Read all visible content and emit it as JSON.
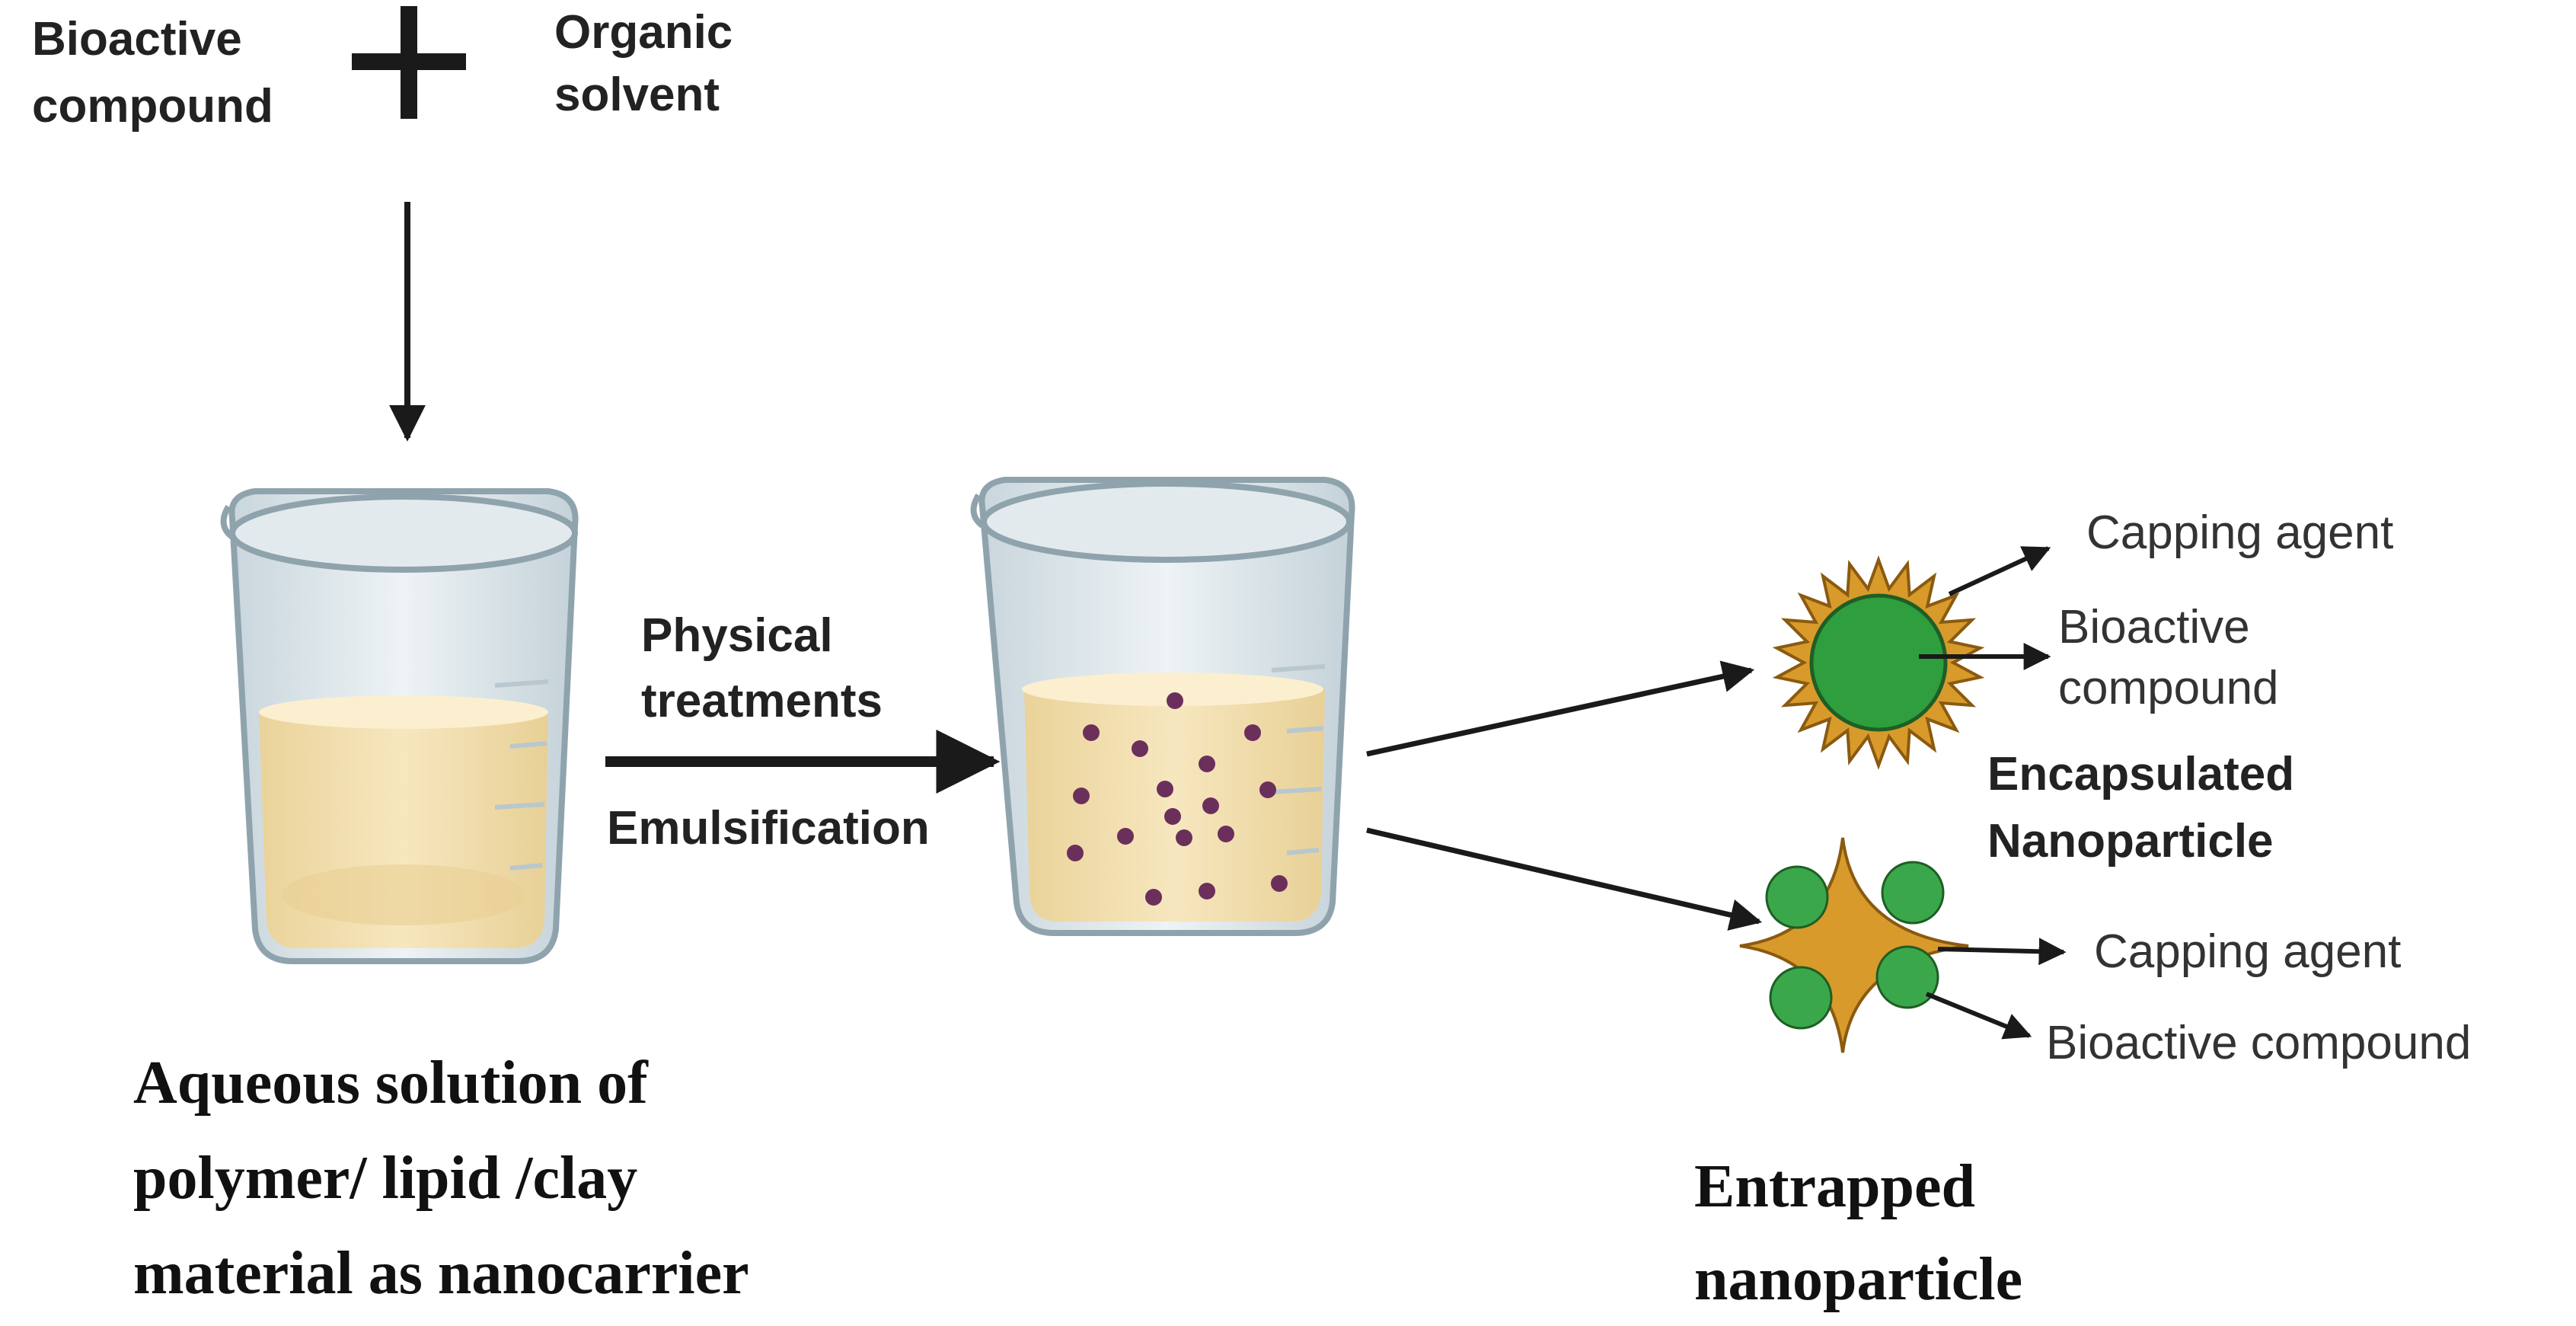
{
  "inputs": {
    "bioactive_compound": "Bioactive\ncompound",
    "organic_solvent": "Organic\nsolvent"
  },
  "process": {
    "physical_treatments": "Physical\ntreatments",
    "emulsification": "Emulsification"
  },
  "nanocarrier_caption": "Aqueous solution of\npolymer/ lipid /clay\nmaterial as nanocarrier",
  "encapsulated": {
    "capping_agent": "Capping agent",
    "bioactive_compound": "Bioactive\ncompound",
    "title": "Encapsulated\nNanoparticle"
  },
  "entrapped": {
    "capping_agent": "Capping agent",
    "bioactive_compound": "Bioactive compound",
    "title": "Entrapped\nnanoparticle"
  },
  "colors": {
    "liquid": "#f3e1b2",
    "glass": "#d9e3e8",
    "glass_edge": "#8fa3ad",
    "particle": "#6b2f5c",
    "capping": "#d89a2b",
    "core": "#2e9e3e",
    "arrow": "#1a1a1a"
  },
  "icons": [
    "plus-icon",
    "beaker-icon",
    "arrow-icon"
  ]
}
